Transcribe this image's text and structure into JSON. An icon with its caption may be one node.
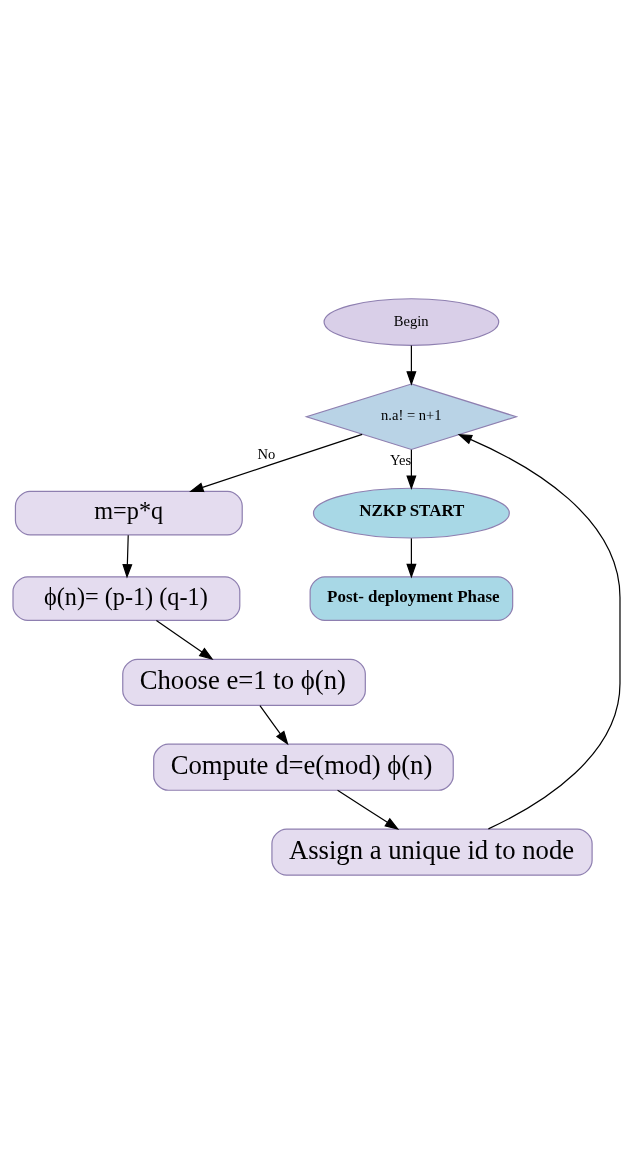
{
  "diagram": {
    "nodes": [
      {
        "text": [
          "Begin"
        ]
      },
      {
        "text": [
          "n.a! = n+1"
        ]
      },
      {
        "text": [
          "m=p*q"
        ]
      },
      {
        "text": [
          "ϕ(n)= (p-1) (q-1)"
        ]
      },
      {
        "text": [
          "Choose e=1 to ϕ(n)"
        ]
      },
      {
        "text": [
          "Compute d=e(mod) ϕ(n)"
        ]
      },
      {
        "text": [
          "Assign a unique id to node"
        ]
      },
      {
        "text": [
          "NZKP START"
        ]
      },
      {
        "text": [
          "Post- deployment Phase"
        ]
      }
    ],
    "edges": [
      {
        "from": 0,
        "to": 1,
        "arrow": "to"
      },
      {
        "from": 1,
        "to": 2,
        "arrow": "to",
        "label": "No"
      },
      {
        "from": 2,
        "to": 3,
        "arrow": "to"
      },
      {
        "from": 3,
        "to": 4,
        "arrow": "to"
      },
      {
        "from": 4,
        "to": 5,
        "arrow": "to"
      },
      {
        "from": 5,
        "to": 6,
        "arrow": "to"
      },
      {
        "from": 6,
        "to": 1,
        "arrow": "to"
      },
      {
        "from": 1,
        "to": 7,
        "arrow": "to",
        "label": "Yes"
      },
      {
        "from": 7,
        "to": 8,
        "arrow": "to"
      }
    ]
  }
}
